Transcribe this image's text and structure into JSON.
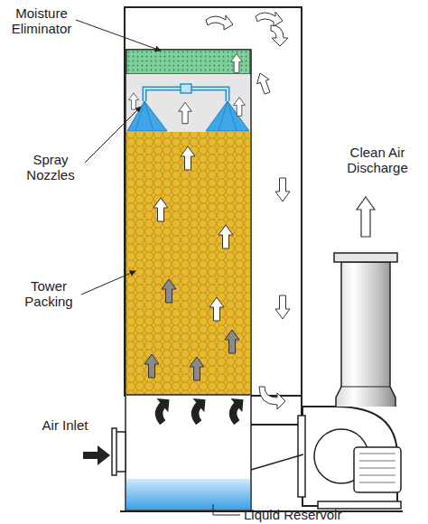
{
  "diagram": {
    "labels": [
      "Moisture Eliminator",
      "Spray Nozzles",
      "Tower Packing",
      "Air Inlet",
      "Clean Air Discharge",
      "Liquid Reservoir"
    ]
  }
}
